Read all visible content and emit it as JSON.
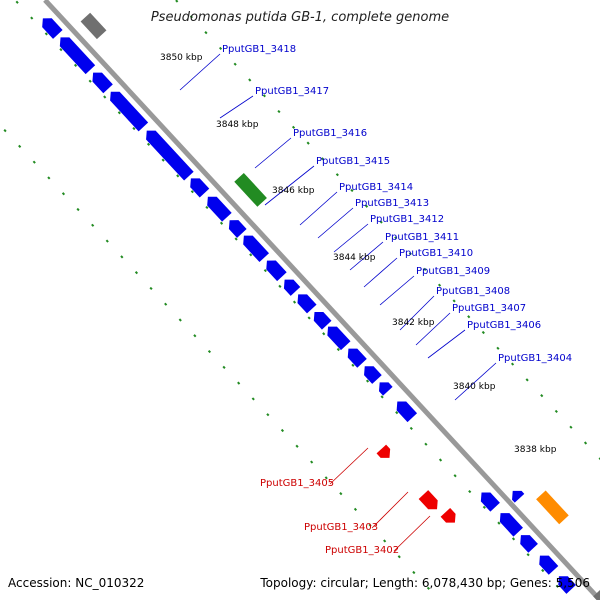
{
  "title": "Pseudomonas putida GB-1, complete genome",
  "footer": {
    "accession": "Accession: NC_010322",
    "topology": "Topology: circular; Length: 6,078,430 bp; Genes: 5,506"
  },
  "colors": {
    "backbone": "#999999",
    "forward_gene": "#0000ee",
    "reverse_gene": "#ee0000",
    "rna_gene": "#228b22",
    "highlight_gene": "#ff8c00",
    "other": "#707070",
    "tick": "#228b22",
    "label_forward": "#0000cc",
    "label_reverse": "#cc0000"
  },
  "scale_labels": [
    "3850 kbp",
    "3848 kbp",
    "3846 kbp",
    "3844 kbp",
    "3842 kbp",
    "3840 kbp",
    "3838 kbp"
  ],
  "forward_labels": [
    "PputGB1_3418",
    "PputGB1_3417",
    "PputGB1_3416",
    "PputGB1_3415",
    "PputGB1_3414",
    "PputGB1_3413",
    "PputGB1_3412",
    "PputGB1_3411",
    "PputGB1_3410",
    "PputGB1_3409",
    "PputGB1_3408",
    "PputGB1_3407",
    "PputGB1_3406",
    "PputGB1_3404"
  ],
  "reverse_labels": [
    "PputGB1_3405",
    "PputGB1_3403",
    "PputGB1_3402"
  ]
}
